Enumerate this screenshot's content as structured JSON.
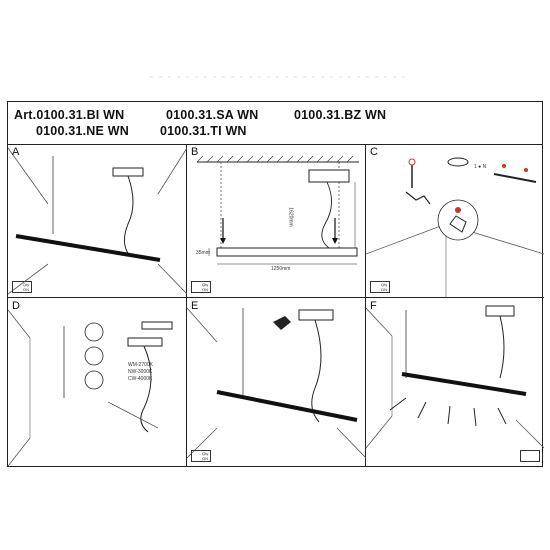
{
  "articles": {
    "row1": [
      "Art.0100.31.BI WN",
      "0100.31.SA WN",
      "0100.31.BZ WN"
    ],
    "row2": [
      "0100.31.NE WN",
      "0100.31.TI WN"
    ]
  },
  "panels": [
    {
      "label": "A"
    },
    {
      "label": "B",
      "dim_height": "1620mm",
      "dim_width": "1250mm",
      "dim_depth": "35mm"
    },
    {
      "label": "C",
      "step_text": "1 ● N"
    },
    {
      "label": "D",
      "color_temps": [
        "WM-2700K",
        "NW-3000K",
        "CW-4000K"
      ]
    },
    {
      "label": "E"
    },
    {
      "label": "F"
    }
  ],
  "badge": {
    "qty": "Qty",
    "unit": "ON"
  }
}
